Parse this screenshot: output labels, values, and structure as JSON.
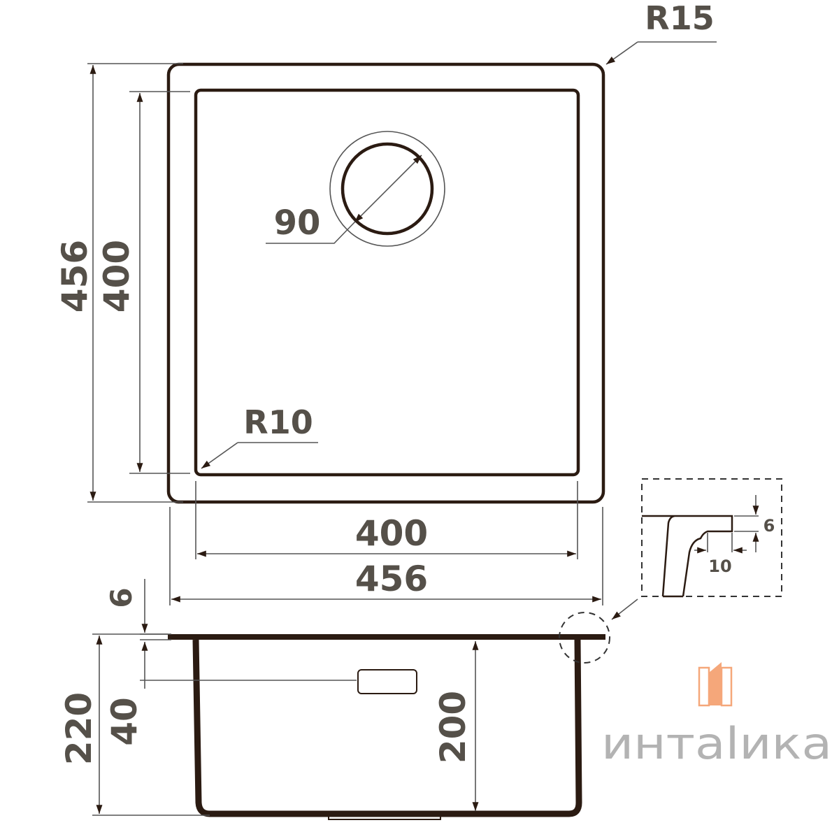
{
  "title": "Sink dimension drawing",
  "labels": {
    "r15": "R15",
    "r10": "R10",
    "drain_diameter": "90",
    "outer_height": "456",
    "inner_height": "400",
    "inner_width": "400",
    "outer_width": "456",
    "flange_thickness": "6",
    "total_depth": "220",
    "overflow_depth": "40",
    "bowl_depth": "200",
    "detail_step_height": "6",
    "detail_step_width": "10"
  },
  "watermark": "интalика",
  "colors": {
    "outline": "#2b1b12",
    "dimension": "#555049",
    "watermark_accent": "#f5a77a"
  }
}
